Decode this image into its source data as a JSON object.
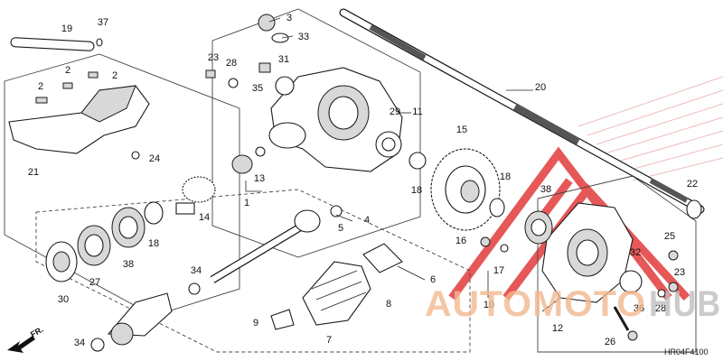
{
  "diagram": {
    "ref_code": "HR04F4100",
    "fr_label": "FR.",
    "watermark": {
      "word_a": "AUTOMOTO",
      "word_b": "HUB",
      "color_a": "#f2b98f",
      "color_b": "#bfbfbf",
      "logo_color": "#e23b3b"
    },
    "labels": {
      "l1": "1",
      "l2a": "2",
      "l2b": "2",
      "l2c": "2",
      "l3": "3",
      "l4": "4",
      "l5": "5",
      "l6": "6",
      "l7": "7",
      "l8": "8",
      "l9": "9",
      "l10": "10",
      "l11": "11",
      "l12": "12",
      "l13": "13",
      "l14": "14",
      "l15": "15",
      "l16": "16",
      "l17": "17",
      "l18a": "18",
      "l18b": "18",
      "l18c": "18",
      "l19": "19",
      "l20": "20",
      "l21": "21",
      "l22": "22",
      "l23a": "23",
      "l23b": "23",
      "l24": "24",
      "l25": "25",
      "l26": "26",
      "l27": "27",
      "l28a": "28",
      "l28b": "28",
      "l29": "29",
      "l30": "30",
      "l31": "31",
      "l32": "32",
      "l33": "33",
      "l34a": "34",
      "l34b": "34",
      "l35": "35",
      "l36": "36",
      "l37": "37",
      "l38a": "38",
      "l38b": "38"
    }
  }
}
